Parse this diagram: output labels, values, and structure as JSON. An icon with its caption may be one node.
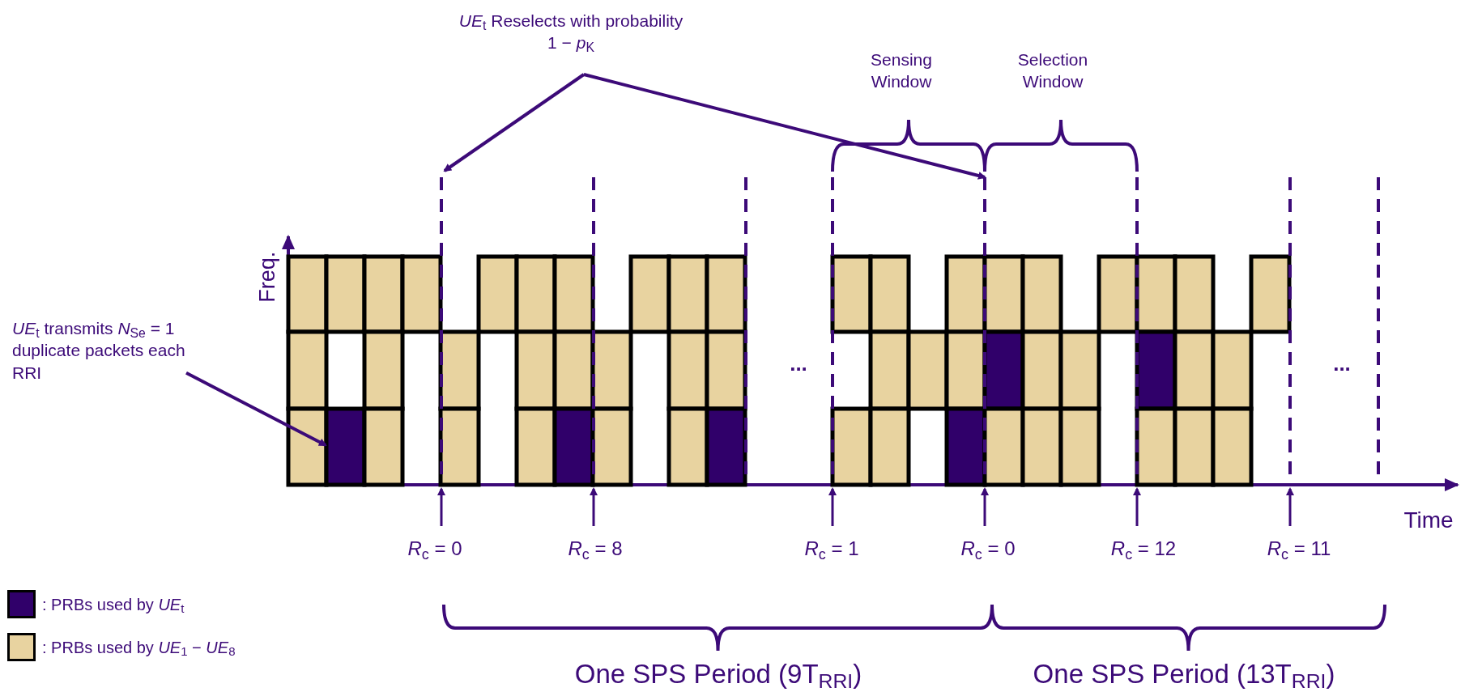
{
  "diagram": {
    "nodes": [
      {
        "text": [
          "*UE*$_{t}$ transmits *N*$_{Se}$ = 1 duplicate packets each RRI"
        ]
      },
      {
        "text": [
          "*UE*$_{t}$ Reselects with probability 1 − *p*$_{K}$"
        ]
      },
      {
        "text": [],
        "shape": "line"
      }
    ],
    "edges": [
      {
        "from": 0,
        "to": null,
        "arrow": "to"
      },
      {
        "from": 1,
        "to": null,
        "arrow": "to"
      },
      {
        "from": 1,
        "to": 2,
        "arrow": "to"
      }
    ],
    "labels": [
      "Sensing Window",
      "Selection Window",
      "Freq.",
      "...",
      "...",
      "Time",
      "*R*$_{c}$ = 0",
      "*R*$_{c}$ = 8",
      "*R*$_{c}$ = 1",
      "*R*$_{c}$ = 0",
      "*R*$_{c}$ = 12",
      "*R*$_{c}$ = 11",
      "One SPS Period (9T$_{RRI}$)",
      "One SPS Period (13T$_{RRI}$)"
    ],
    "legend": [
      {
        "text": ": PRBs used by *UE*$_{t}$",
        "color": "#30006a"
      },
      {
        "text": ": PRBs used by *UE*$_{1}$ − *UE*$_{8}$",
        "color": "#e8d3a0"
      }
    ]
  }
}
